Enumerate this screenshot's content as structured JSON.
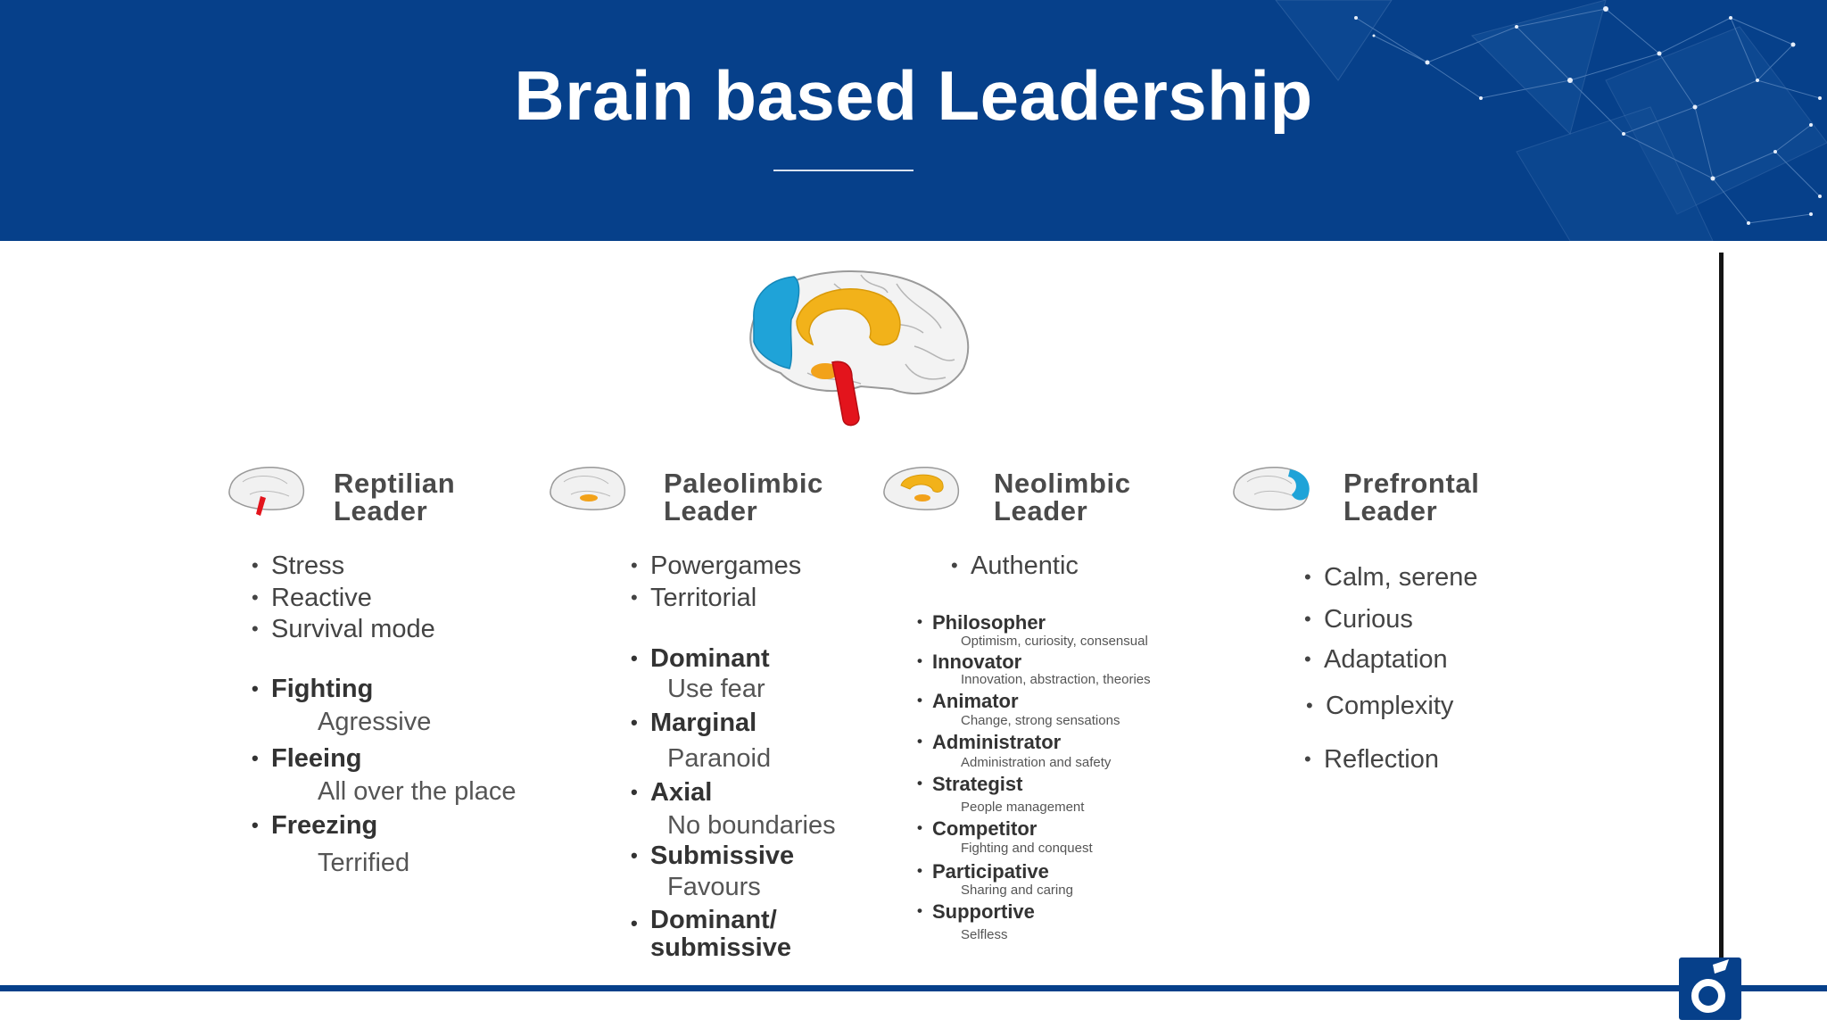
{
  "slide": {
    "title": "Brain based Leadership"
  },
  "colors": {
    "header_bg": "#06408a",
    "brain_prefrontal": "#1fa3d8",
    "brain_neolimbic": "#f2b21a",
    "brain_reptilian": "#e3141c"
  },
  "columns": {
    "reptilian": {
      "heading_line1": "Reptilian",
      "heading_line2": "Leader",
      "items": [
        "Stress",
        "Reactive",
        "Survival mode"
      ],
      "styles": [
        {
          "name": "Fighting",
          "desc": "Agressive"
        },
        {
          "name": "Fleeing",
          "desc": "All over the place"
        },
        {
          "name": "Freezing",
          "desc": "Terrified"
        }
      ]
    },
    "paleolimbic": {
      "heading_line1": "Paleolimbic",
      "heading_line2": "Leader",
      "items": [
        "Powergames",
        "Territorial"
      ],
      "styles": [
        {
          "name": "Dominant",
          "desc": "Use fear"
        },
        {
          "name": "Marginal",
          "desc": "Paranoid"
        },
        {
          "name": "Axial",
          "desc": "No boundaries"
        },
        {
          "name": "Submissive",
          "desc": "Favours"
        }
      ],
      "last_line1": "Dominant/",
      "last_line2": "submissive"
    },
    "neolimbic": {
      "heading_line1": "Neolimbic",
      "heading_line2": "Leader",
      "items": [
        "Authentic"
      ],
      "styles": [
        {
          "name": "Philosopher",
          "desc": "Optimism, curiosity, consensual"
        },
        {
          "name": "Innovator",
          "desc": "Innovation, abstraction, theories"
        },
        {
          "name": "Animator",
          "desc": "Change, strong sensations"
        },
        {
          "name": "Administrator",
          "desc": "Administration and safety"
        },
        {
          "name": "Strategist",
          "desc": "People management"
        },
        {
          "name": "Competitor",
          "desc": "Fighting and conquest"
        },
        {
          "name": "Participative",
          "desc": "Sharing and caring"
        },
        {
          "name": "Supportive",
          "desc": "Selfless"
        }
      ]
    },
    "prefrontal": {
      "heading_line1": "Prefrontal",
      "heading_line2": "Leader",
      "items": [
        "Calm, serene",
        "Curious",
        "Adaptation",
        "Complexity",
        "Reflection"
      ]
    }
  },
  "logo": {
    "glyph": "ó"
  }
}
